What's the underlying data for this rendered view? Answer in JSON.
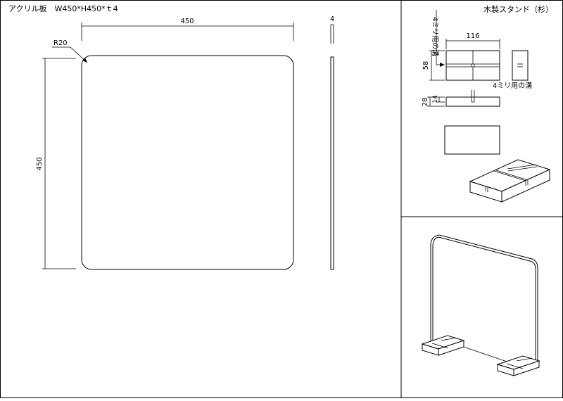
{
  "left_panel": {
    "title": "アクリル板　W450*H450*ｔ4",
    "dim_width": "450",
    "dim_height": "450",
    "dim_thickness": "4",
    "dim_radius": "R20"
  },
  "stand_panel": {
    "title": "木製スタンド（杉）",
    "dim_length": "116",
    "dim_depth": "58",
    "dim_height": "28",
    "dim_slot_depth": "14",
    "slot_note_top": "4ミリ用の溝",
    "slot_note_side": "4ミリ用の溝"
  },
  "colors": {
    "line": "#000000",
    "background": "#ffffff"
  }
}
